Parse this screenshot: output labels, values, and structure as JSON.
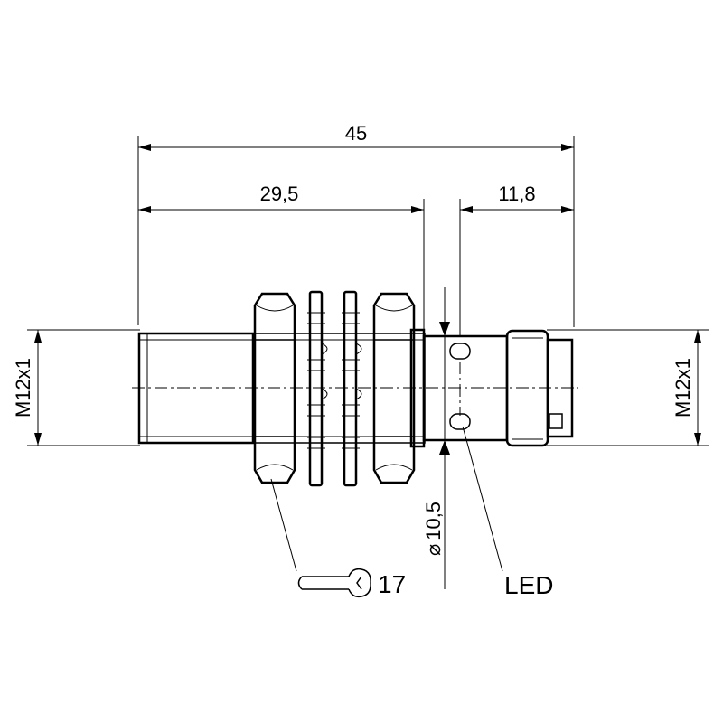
{
  "dimensions": {
    "overall_length": "45",
    "thread_length": "29,5",
    "connector_length": "11,8",
    "thread_left": "M12x1",
    "thread_right": "M12x1",
    "housing_diameter": "10,5",
    "diameter_symbol": "⌀"
  },
  "labels": {
    "wrench_size": "17",
    "led": "LED"
  },
  "icons": {
    "wrench": "wrench-icon"
  }
}
